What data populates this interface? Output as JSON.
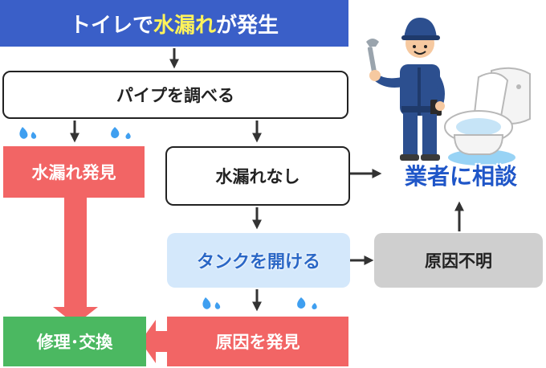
{
  "title": {
    "prefix": "トイレで",
    "highlight": "水漏れ",
    "suffix": "が発生"
  },
  "nodes": {
    "check_pipe": "パイプを調べる",
    "leak_found": "水漏れ発見",
    "no_leak": "水漏れなし",
    "consult": "業者に相談",
    "open_tank": "タンクを開ける",
    "cause_unknown": "原因不明",
    "repair": "修理･交換",
    "cause_found": "原因を発見"
  },
  "colors": {
    "title_bg": "#3a5fc8",
    "title_highlight": "#fff35a",
    "red": "#f26565",
    "green": "#4bb861",
    "light_blue": "#d4e8fb",
    "gray": "#cfcfcf",
    "consult_text": "#1f56c8"
  },
  "icons": [
    "water-drop-icon",
    "plumber-illustration",
    "wrench-icon",
    "toilet-illustration"
  ]
}
